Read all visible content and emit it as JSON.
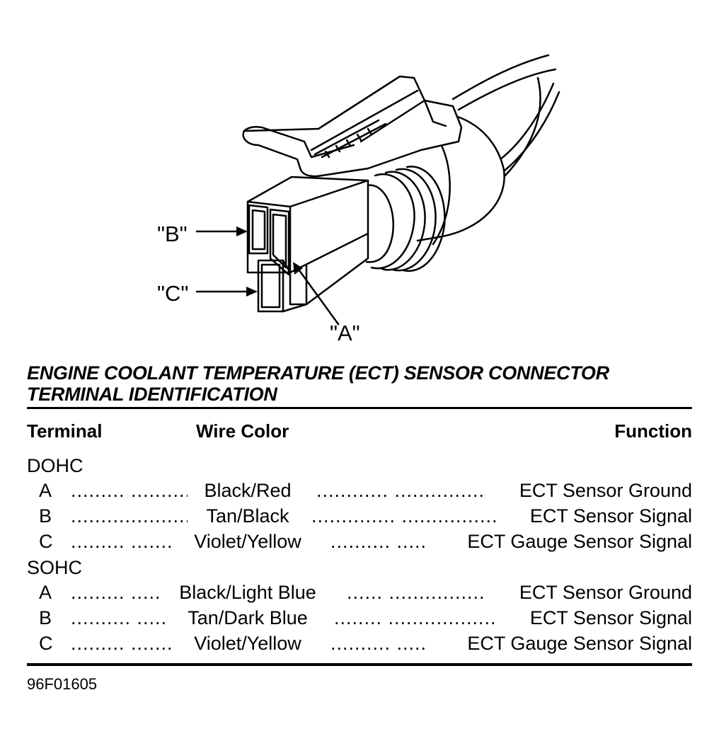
{
  "figure": {
    "callouts": {
      "b": "\"B\"",
      "c": "\"C\"",
      "a": "\"A\""
    }
  },
  "title": {
    "line1": "ENGINE COOLANT TEMPERATURE (ECT) SENSOR CONNECTOR",
    "line2": "TERMINAL IDENTIFICATION"
  },
  "table": {
    "headers": {
      "terminal": "Terminal",
      "wire_color": "Wire Color",
      "function": "Function"
    },
    "groups": [
      {
        "name": "DOHC",
        "rows": [
          {
            "terminal": "A",
            "wire_color": "Black/Red",
            "function": "ECT Sensor Ground"
          },
          {
            "terminal": "B",
            "wire_color": "Tan/Black",
            "function": "ECT Sensor Signal"
          },
          {
            "terminal": "C",
            "wire_color": "Violet/Yellow",
            "function": "ECT Gauge Sensor Signal"
          }
        ]
      },
      {
        "name": "SOHC",
        "rows": [
          {
            "terminal": "A",
            "wire_color": "Black/Light Blue",
            "function": "ECT Sensor Ground"
          },
          {
            "terminal": "B",
            "wire_color": "Tan/Dark Blue",
            "function": "ECT Sensor Signal"
          },
          {
            "terminal": "C",
            "wire_color": "Violet/Yellow",
            "function": "ECT Gauge Sensor Signal"
          }
        ]
      }
    ]
  },
  "figure_code": "96F01605"
}
